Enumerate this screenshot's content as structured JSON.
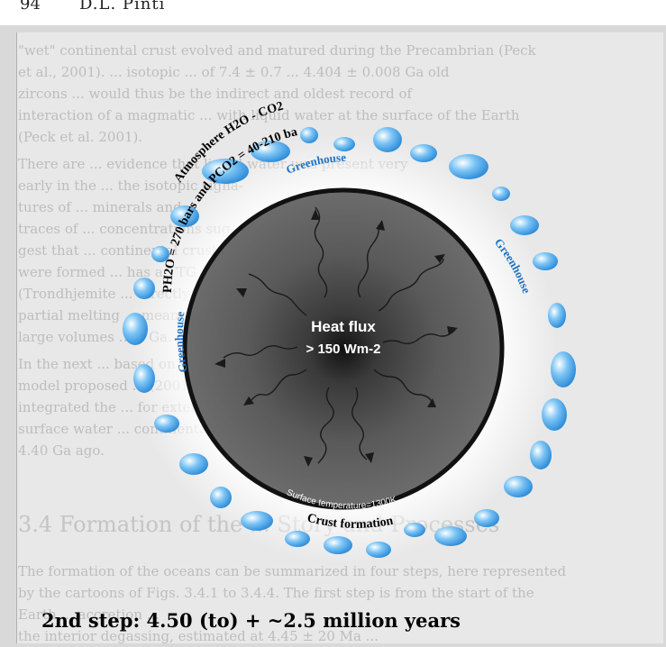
{
  "page": {
    "number": "94",
    "running_head": "D.L. Pinti"
  },
  "diagram": {
    "atmosphere_label": "Atmosphere H2O - CO2",
    "pressure_label": "PH2O = 270 bars and PCO2 = 40-210 bars",
    "greenhouse_label": "Greenhouse",
    "heat_flux_label": "Heat flux",
    "heat_flux_value": "> 150 Wm-2",
    "surface_temperature": "Surface temperature=1300K",
    "crust_formation": "Crust formation",
    "step_caption": "2nd step: 4.50 (to) + ~2.5 million years"
  },
  "bleed_through": {
    "lines": [
      "\"wet\" continental crust evolved and matured during the Precambrian (Peck",
      "et al., 2001). ... isotopic ... of 7.4 ± 0.7 ... 4.404 ± 0.008 Ga old",
      "zircons ... would thus be the indirect and oldest record of",
      "interaction of a magmatic ... with liquid water at the surface of the Earth",
      "(Peck et al. 2001).",
      "There are ... evidence that liquid water was present very",
      "early in the ... the isotopic signa-",
      "tures of ... minerals and",
      "traces of ... concentrations sug-",
      "gest that ... continental crust",
      "were formed ... has a TTG",
      "(Trondhjemite ... directly by",
      "partial melting ... means that",
      "large volumes ... 4 Ga.",
      "In the next ... based on the",
      "model proposed ... (2001), which",
      "integrated the ... for extensive",
      "surface water ... continental crust",
      "4.40 Ga ago."
    ],
    "heading": "3.4 Formation of the ... Story and Processes",
    "bottom_lines": [
      "The formation of the oceans can be summarized in four steps, here represented",
      "by the cartoons of Figs. 3.4.1 to 3.4.4. The first step is from the start of the",
      "Earth ... accretion ...",
      "the interior degassing, estimated at 4.45 ± 20 Ma ..."
    ]
  },
  "colors": {
    "cloud": "#3a9ee6",
    "planet": "#4a4a4a",
    "rim": "#111111"
  }
}
